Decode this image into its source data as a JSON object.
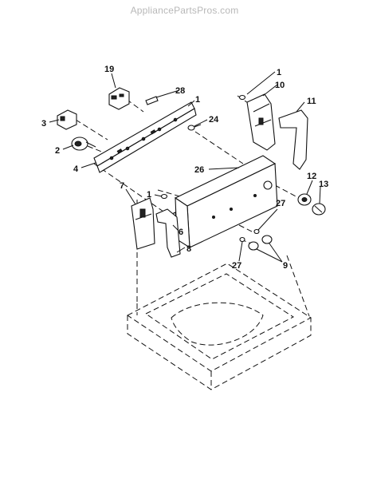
{
  "watermark": "AppliancePartsPros.com",
  "labels": [
    {
      "id": "lbl-19",
      "text": "19"
    },
    {
      "id": "lbl-28",
      "text": "28"
    },
    {
      "id": "lbl-1a",
      "text": "1"
    },
    {
      "id": "lbl-1b",
      "text": "1"
    },
    {
      "id": "lbl-10",
      "text": "10"
    },
    {
      "id": "lbl-11",
      "text": "11"
    },
    {
      "id": "lbl-3",
      "text": "3"
    },
    {
      "id": "lbl-24",
      "text": "24"
    },
    {
      "id": "lbl-2",
      "text": "2"
    },
    {
      "id": "lbl-4",
      "text": "4"
    },
    {
      "id": "lbl-26",
      "text": "26"
    },
    {
      "id": "lbl-12",
      "text": "12"
    },
    {
      "id": "lbl-13",
      "text": "13"
    },
    {
      "id": "lbl-7",
      "text": "7"
    },
    {
      "id": "lbl-1c",
      "text": "1"
    },
    {
      "id": "lbl-27a",
      "text": "27"
    },
    {
      "id": "lbl-6",
      "text": "6"
    },
    {
      "id": "lbl-8",
      "text": "8"
    },
    {
      "id": "lbl-9",
      "text": "9"
    },
    {
      "id": "lbl-27b",
      "text": "27"
    }
  ]
}
